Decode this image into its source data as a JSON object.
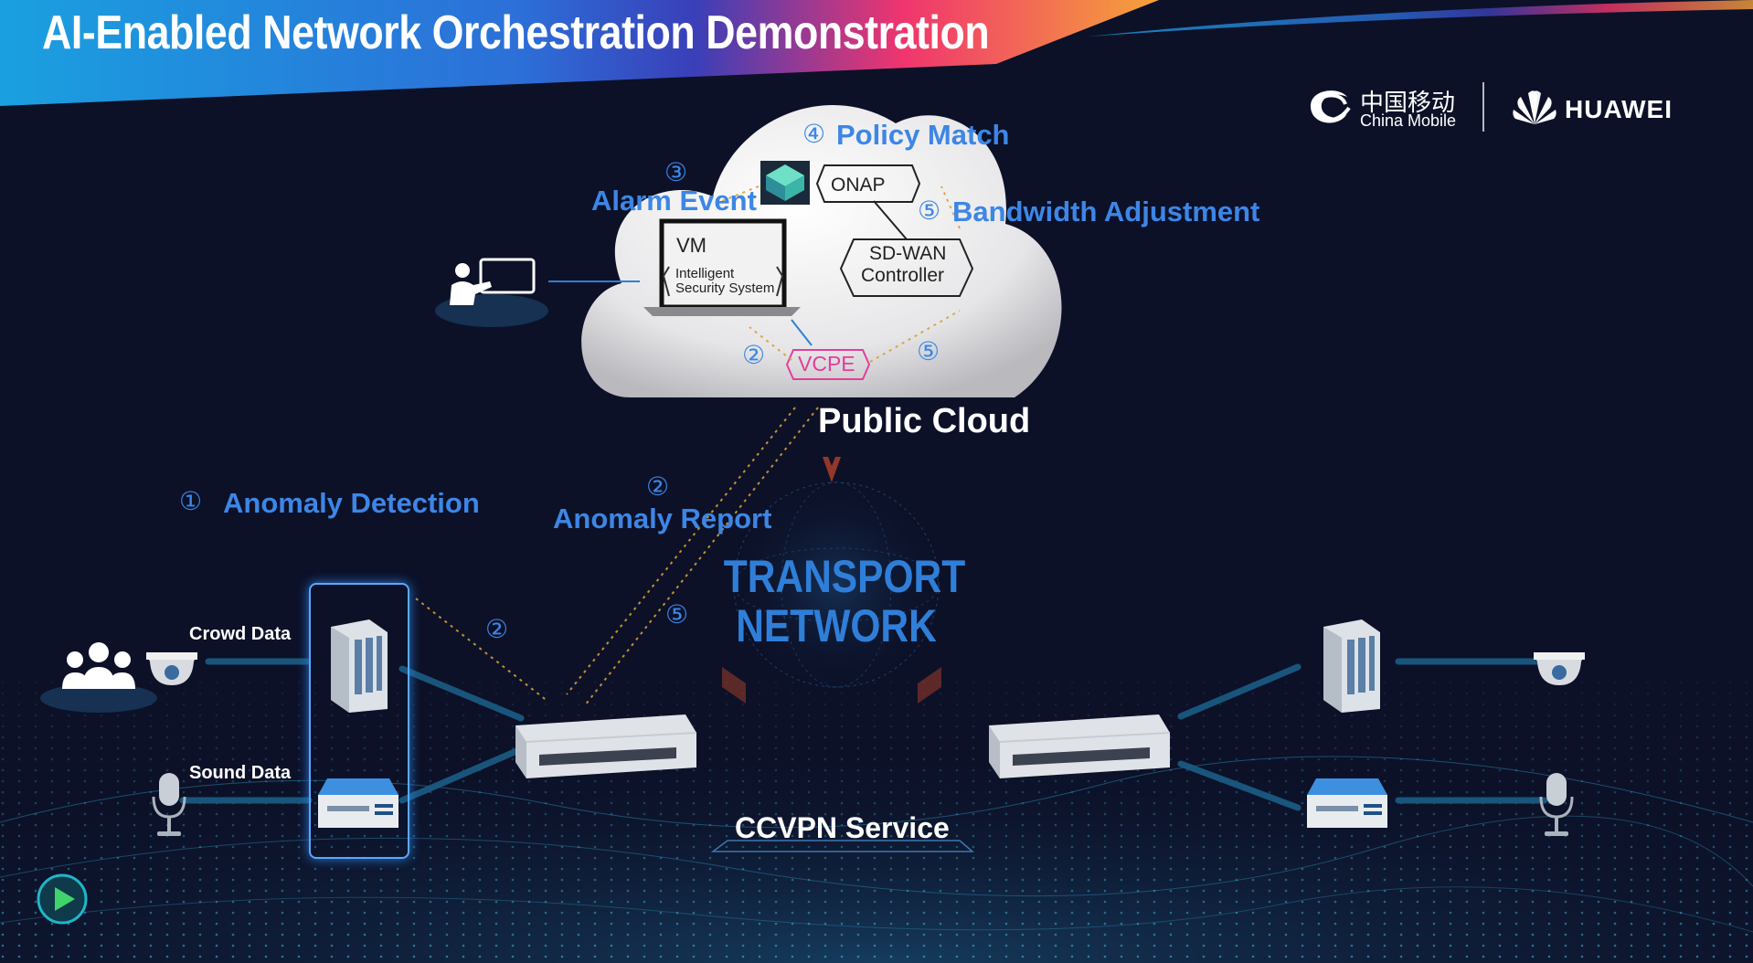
{
  "header": {
    "title": "AI-Enabled Network Orchestration Demonstration"
  },
  "logos": {
    "china_mobile_cn": "中国移动",
    "china_mobile_en": "China Mobile",
    "huawei": "HUAWEI"
  },
  "cloud": {
    "name": "Public Cloud",
    "vm": {
      "title": "VM",
      "line1": "Intelligent",
      "line2": "Security System"
    },
    "onap": "ONAP",
    "sdwan": {
      "line1": "SD-WAN",
      "line2": "Controller"
    },
    "vcpe": "VCPE"
  },
  "steps": {
    "s1": {
      "num": "①",
      "label": "Anomaly  Detection"
    },
    "s2": {
      "num": "②",
      "label": "Anomaly Report"
    },
    "s3": {
      "num": "③",
      "label": "Alarm Event"
    },
    "s4": {
      "num": "④",
      "label": "Policy Match"
    },
    "s5": {
      "num": "⑤",
      "label": "Bandwidth  Adjustment"
    }
  },
  "markers": {
    "two": "②",
    "five": "⑤"
  },
  "transport": {
    "line1": "TRANSPORT",
    "line2": "NETWORK"
  },
  "service": "CCVPN  Service",
  "sources": {
    "crowd": "Crowd Data",
    "sound": "Sound Data"
  },
  "colors": {
    "background": "#0c1128",
    "banner_start": "#1aa0e0",
    "banner_end": "#f0356e",
    "step_blue": "#3d86e6",
    "vcpe_pink": "#e63c9c",
    "flow_orange": "#d7a032"
  },
  "icons": [
    "play-icon",
    "crowd-icon",
    "camera-icon",
    "microphone-icon",
    "server-rack-icon",
    "storage-server-icon",
    "router-icon",
    "presenter-icon",
    "china-mobile-logo-icon",
    "huawei-logo-icon"
  ]
}
